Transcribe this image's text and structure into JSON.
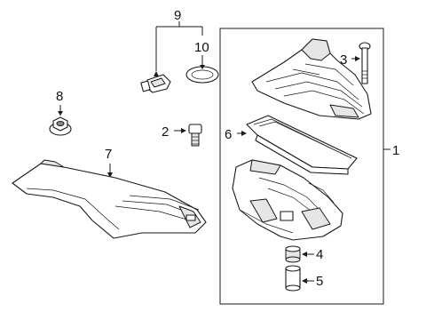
{
  "callouts": {
    "c1": "1",
    "c2": "2",
    "c3": "3",
    "c4": "4",
    "c5": "5",
    "c6": "6",
    "c7": "7",
    "c8": "8",
    "c9": "9",
    "c10": "10"
  },
  "colors": {
    "stroke": "#1a1a1a",
    "fill": "#ffffff",
    "shade": "#e6e6e6"
  }
}
